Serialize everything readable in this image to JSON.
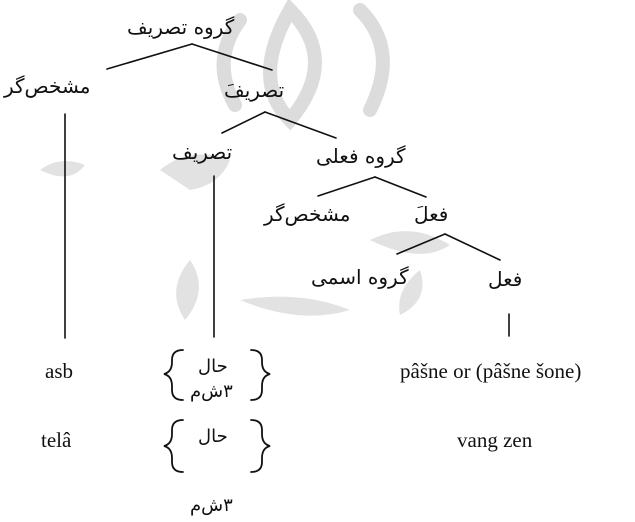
{
  "tree": {
    "root": "گروه تصریف",
    "left_spec": "مشخص‌گر",
    "infl_bar": "تصریفَ",
    "infl": "تصریف",
    "verb_phrase": "گروه فعلی",
    "verb_spec": "مشخص‌گر",
    "verb_bar": "فعلَ",
    "noun_phrase": "گروه اسمی",
    "verb": "فعل"
  },
  "examples": [
    {
      "subject": "asb",
      "features": [
        "حال",
        "۳ش‌م"
      ],
      "predicate": "pâšne or (pâšne šone)"
    },
    {
      "subject": "telâ",
      "features": [
        "حال",
        "۳ش‌م"
      ],
      "predicate": "vang zen"
    }
  ],
  "colors": {
    "ink": "#111111",
    "watermark": "#d9d9d9"
  }
}
